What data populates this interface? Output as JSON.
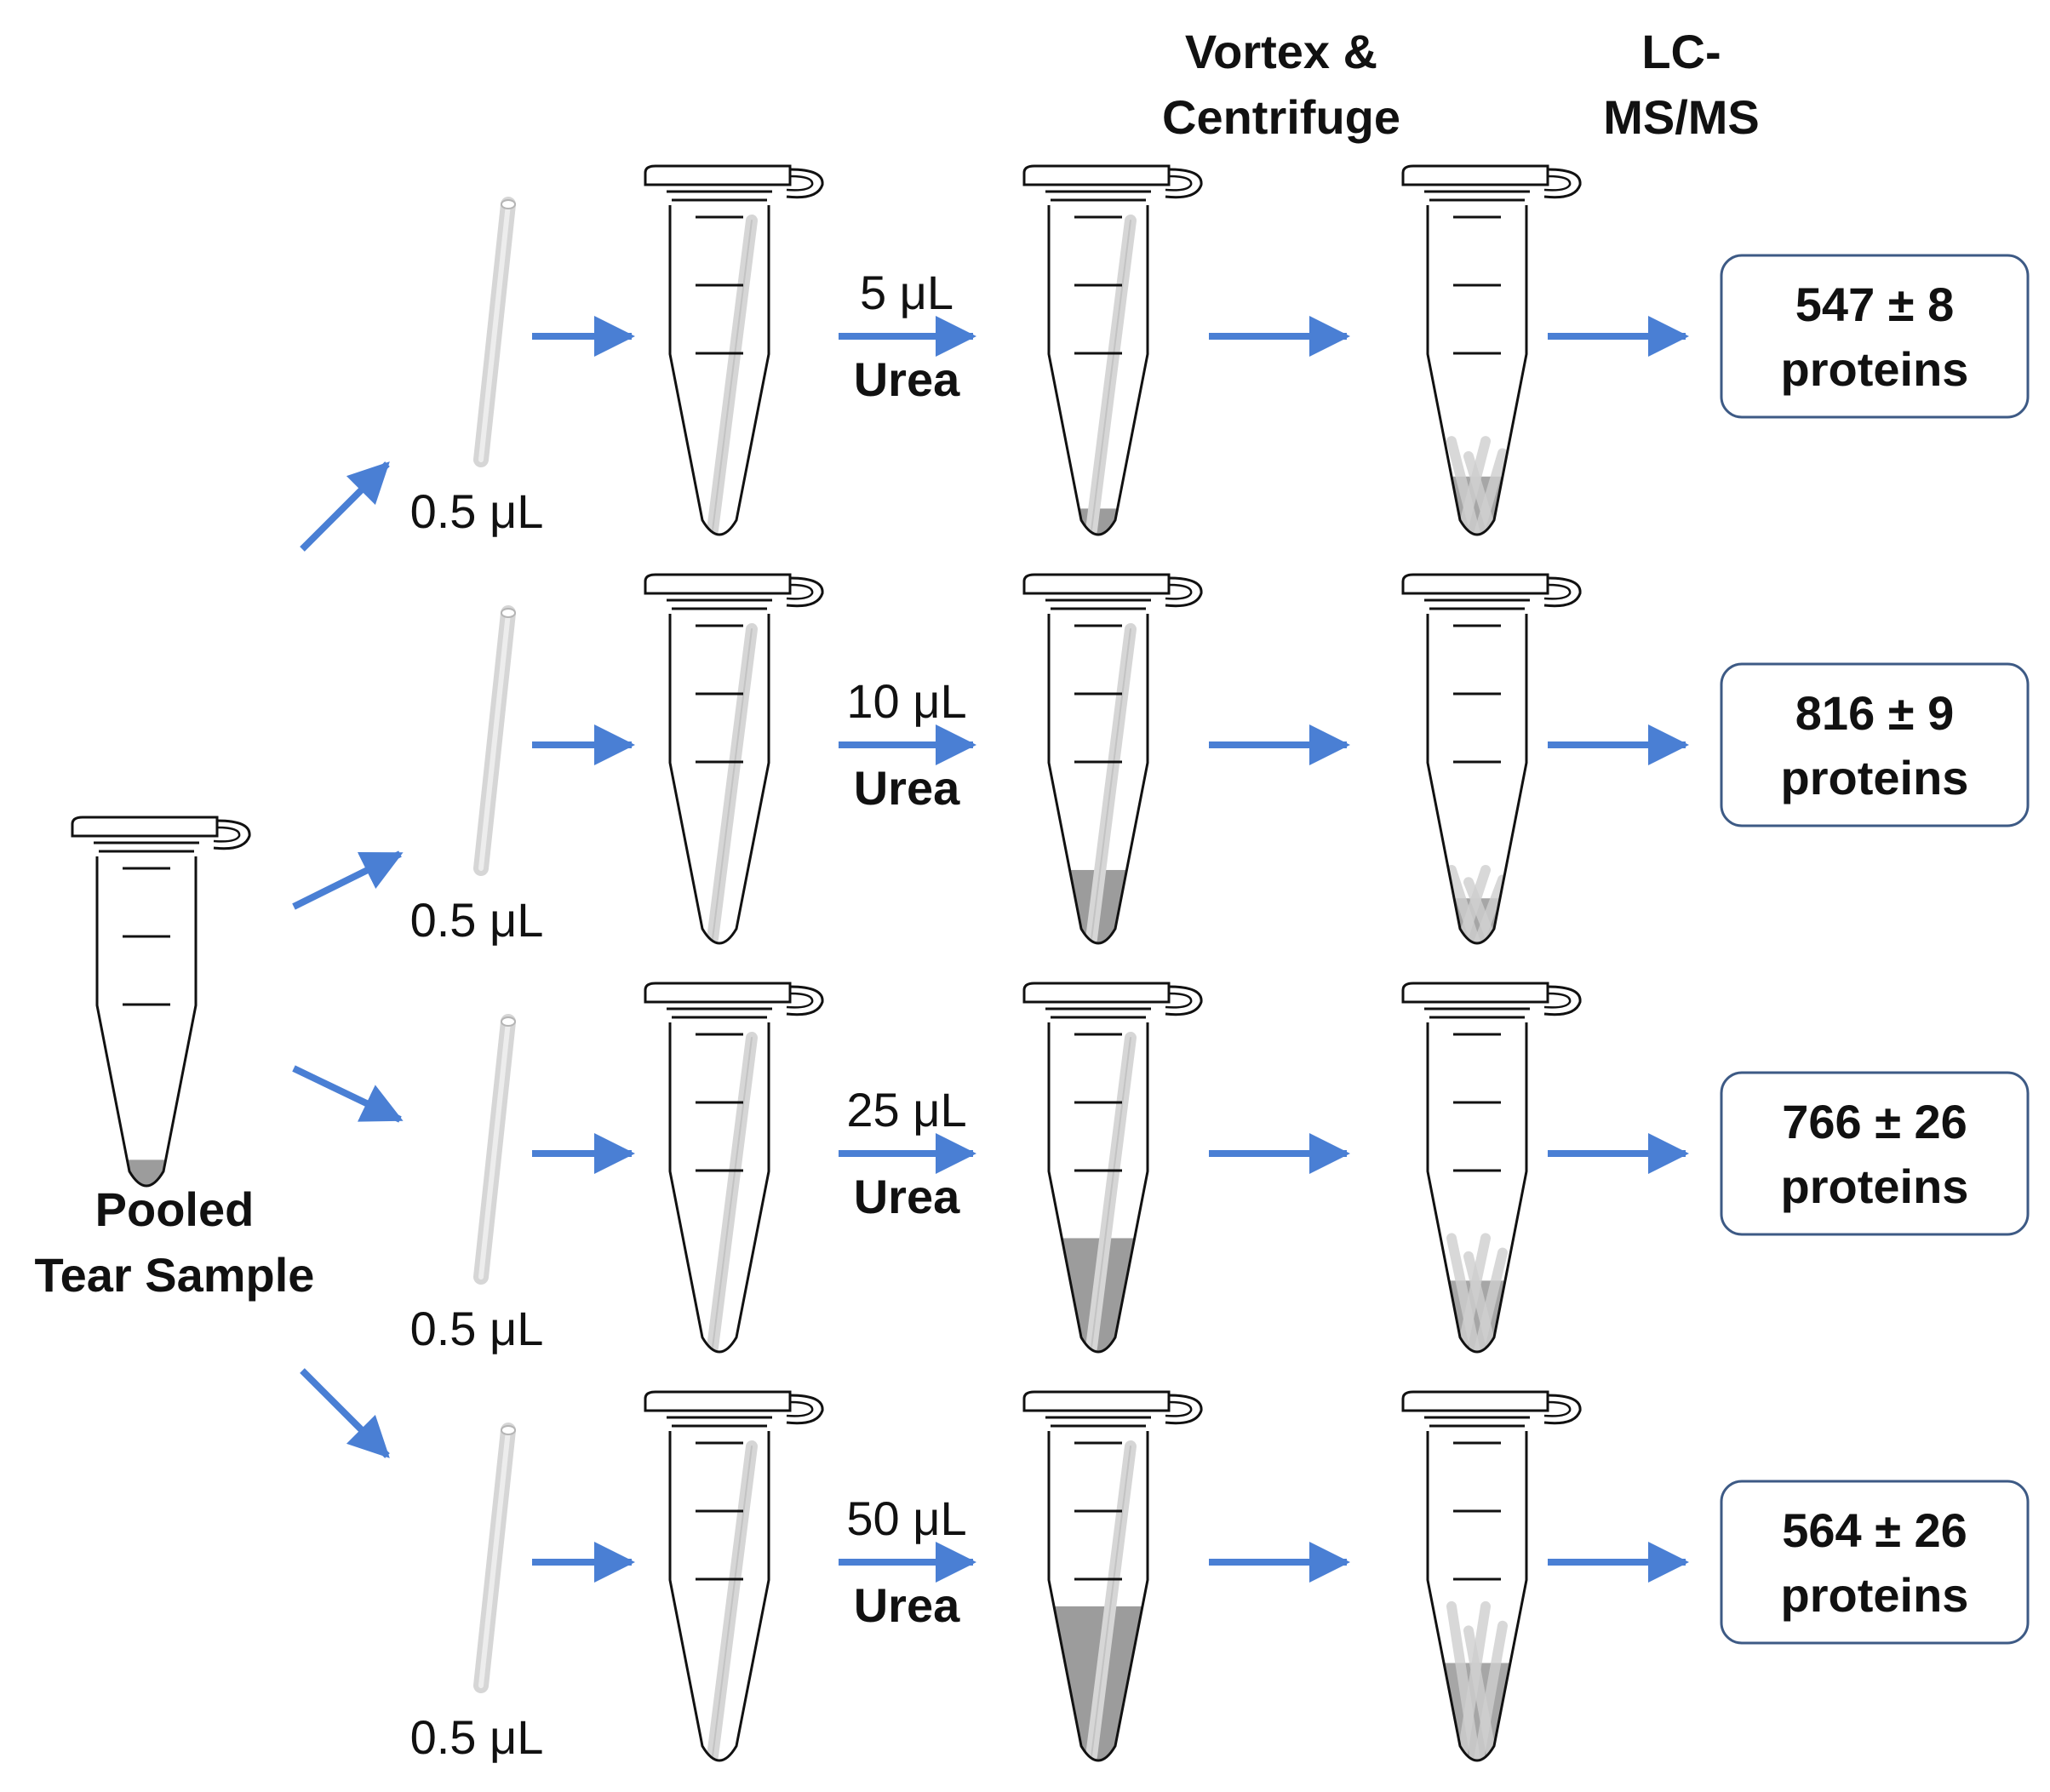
{
  "headers": {
    "vortex_line1": "Vortex &",
    "vortex_line2": "Centrifuge",
    "lcms_line1": "LC-",
    "lcms_line2": "MS/MS"
  },
  "source": {
    "label_line1": "Pooled",
    "label_line2": "Tear Sample",
    "liquid_level": 0.1
  },
  "rows": [
    {
      "strip_volume": "0.5 μL",
      "urea_volume": "5 μL",
      "urea_label": "Urea",
      "result_count": "547 ± 8",
      "result_unit": "proteins",
      "urea_fill_level": 0.1,
      "pellet_level": 0.3
    },
    {
      "strip_volume": "0.5 μL",
      "urea_volume": "10 μL",
      "urea_label": "Urea",
      "result_count": "816 ± 9",
      "result_unit": "proteins",
      "urea_fill_level": 0.24,
      "pellet_level": 0.24
    },
    {
      "strip_volume": "0.5 μL",
      "urea_volume": "25 μL",
      "urea_label": "Urea",
      "result_count": "766 ± 26",
      "result_unit": "proteins",
      "urea_fill_level": 0.36,
      "pellet_level": 0.36
    },
    {
      "strip_volume": "0.5 μL",
      "urea_volume": "50 μL",
      "urea_label": "Urea",
      "result_count": "564 ± 26",
      "result_unit": "proteins",
      "urea_fill_level": 0.48,
      "pellet_level": 0.48
    }
  ],
  "colors": {
    "arrow": "#4a7fd4",
    "outline": "#111111",
    "liquid": "#9c9c9c",
    "strip": "#d6d6d6",
    "strip_edge": "#b5b5b5",
    "box_border": "#3d5a85"
  }
}
